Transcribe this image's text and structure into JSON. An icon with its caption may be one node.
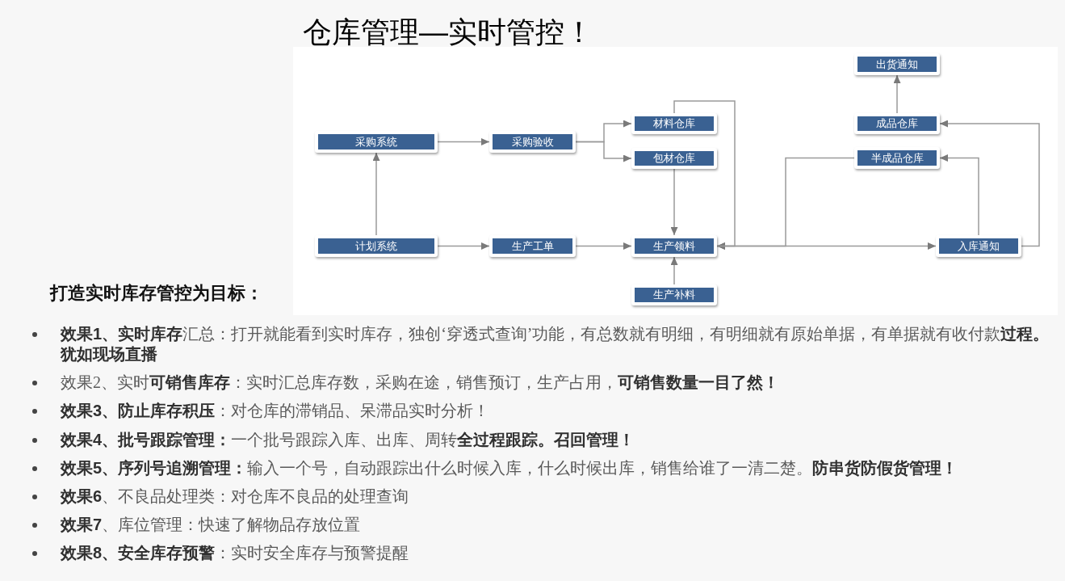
{
  "diagram": {
    "title": "仓库管理—实时管控！",
    "nodes": [
      {
        "text": [
          "出货通知"
        ]
      },
      {
        "text": [
          "材料仓库"
        ]
      },
      {
        "text": [
          "成品仓库"
        ]
      },
      {
        "text": [
          "采购系统"
        ]
      },
      {
        "text": [
          "采购验收"
        ]
      },
      {
        "text": [
          "包材仓库"
        ]
      },
      {
        "text": [
          "半成品仓库"
        ]
      },
      {
        "text": [
          "计划系统"
        ]
      },
      {
        "text": [
          "生产工单"
        ]
      },
      {
        "text": [
          "生产领料"
        ]
      },
      {
        "text": [
          "入库通知"
        ]
      },
      {
        "text": [
          "生产补料"
        ]
      }
    ],
    "edges": [
      {
        "from": 7,
        "to": 3,
        "arrow": "to"
      },
      {
        "from": 3,
        "to": 4,
        "arrow": "to"
      },
      {
        "from": 4,
        "to": 1,
        "arrow": "to"
      },
      {
        "from": 4,
        "to": 5,
        "arrow": "to"
      },
      {
        "from": 7,
        "to": 8,
        "arrow": "to"
      },
      {
        "from": 8,
        "to": 9,
        "arrow": "to"
      },
      {
        "from": 5,
        "to": 9,
        "arrow": "to"
      },
      {
        "from": 11,
        "to": 9,
        "arrow": "to"
      },
      {
        "from": 1,
        "to": 9,
        "arrow": "to"
      },
      {
        "from": 6,
        "to": 9,
        "arrow": "to"
      },
      {
        "from": 9,
        "to": 10,
        "arrow": "to"
      },
      {
        "from": 10,
        "to": 6,
        "arrow": "to"
      },
      {
        "from": 10,
        "to": 2,
        "arrow": "to"
      },
      {
        "from": 2,
        "to": 0,
        "arrow": "to"
      }
    ],
    "labels": [
      "打造实时库存管控为目标：",
      "**效果1、实时库存**汇总：打开就能看到实时库存，独创‘穿透式查询’功能，有总数就有明细，有明细就有原始单据，有单据就有收付款**过程。犹如现场直播**",
      "效果2、实时**可销售库存**：实时汇总库存数，采购在途，销售预订，生产占用，**可销售数量一目了然！**",
      "**效果3、防止库存积压**：对仓库的滞销品、呆滞品实时分析！",
      "**效果4、批号跟踪管理：**一个批号跟踪入库、出库、周转**全过程跟踪。召回管理！**",
      "**效果5、序列号追溯管理：**输入一个号，自动跟踪出什么时候入库，什么时候出库，销售给谁了一清二楚。**防串货防假货管理！**",
      "**效果6**、不良品处理类：对仓库不良品的处理查询",
      "**效果7**、库位管理：快速了解物品存放位置",
      "**效果8、安全库存预警**：实时安全库存与预警提醒"
    ]
  }
}
